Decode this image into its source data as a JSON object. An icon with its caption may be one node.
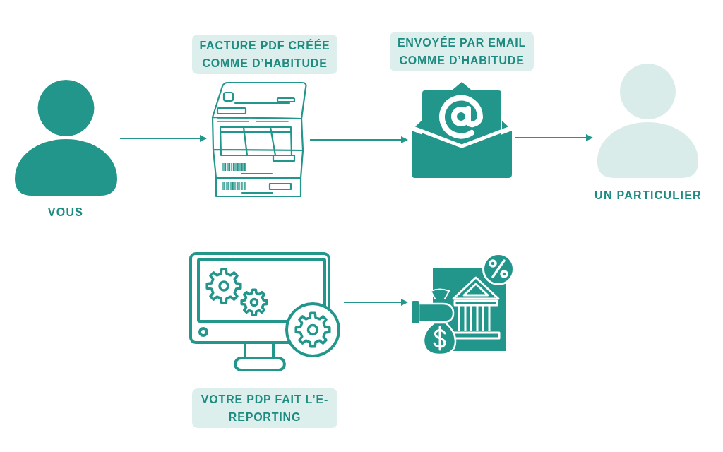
{
  "diagram": {
    "nodes": [
      {
        "text": [],
        "shape": "person",
        "beside": [
          "VOUS"
        ]
      },
      {
        "text": [],
        "shape": "picture",
        "beside": [
          "FACTURE PDF CRÉÉE COMME D’HABITUDE"
        ]
      },
      {
        "text": [],
        "shape": "picture",
        "beside": [
          "ENVOYÉE PAR EMAIL COMME D’HABITUDE"
        ]
      },
      {
        "text": [],
        "shape": "person",
        "beside": [
          "UN PARTICULIER"
        ]
      },
      {
        "text": [],
        "shape": "picture",
        "beside": [
          "VOTRE PDP FAIT L’E-REPORTING"
        ]
      },
      {
        "text": [],
        "shape": "picture"
      }
    ],
    "edges": [
      {
        "from": 0,
        "to": 1,
        "arrow": "to"
      },
      {
        "from": 1,
        "to": 2,
        "arrow": "to"
      },
      {
        "from": 2,
        "to": 3,
        "arrow": "to"
      },
      {
        "from": 4,
        "to": 5,
        "arrow": "to"
      }
    ]
  }
}
